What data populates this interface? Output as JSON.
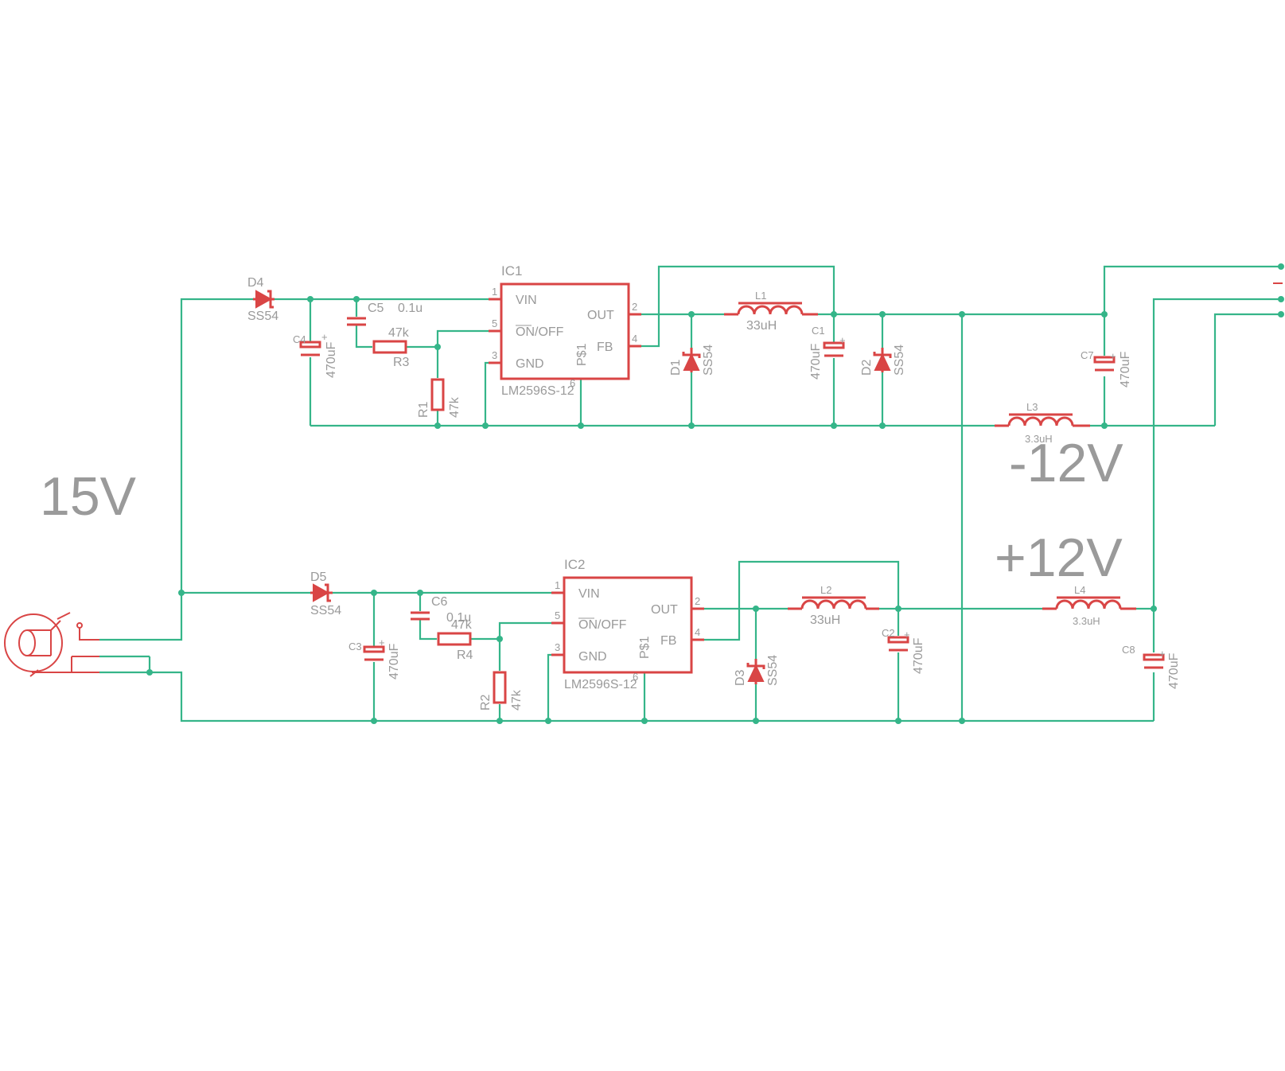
{
  "power_labels": {
    "input": "15V",
    "negative": "-12V",
    "positive": "+12V"
  },
  "ic1": {
    "name": "IC1",
    "part": "LM2596S-12",
    "pin_vin": "VIN",
    "pin_onoff": "ON/OFF",
    "pin_gnd": "GND",
    "pin_out": "OUT",
    "pin_fb": "FB",
    "pin_pad": "P$1",
    "n1": "1",
    "n5": "5",
    "n3": "3",
    "n2": "2",
    "n4": "4",
    "n6": "6"
  },
  "ic2": {
    "name": "IC2",
    "part": "LM2596S-12",
    "pin_vin": "VIN",
    "pin_onoff": "ON/OFF",
    "pin_gnd": "GND",
    "pin_out": "OUT",
    "pin_fb": "FB",
    "pin_pad": "P$1",
    "n1": "1",
    "n5": "5",
    "n3": "3",
    "n2": "2",
    "n4": "4",
    "n6": "6"
  },
  "d4": {
    "name": "D4",
    "value": "SS54"
  },
  "d5": {
    "name": "D5",
    "value": "SS54"
  },
  "d1": {
    "name": "D1",
    "value": "SS54"
  },
  "d2": {
    "name": "D2",
    "value": "SS54"
  },
  "d3": {
    "name": "D3",
    "value": "SS54"
  },
  "c5": {
    "name": "C5",
    "value": "0.1u"
  },
  "c6": {
    "name": "C6",
    "value": "0.1u"
  },
  "c4": {
    "name": "C4",
    "value": "470uF"
  },
  "c3": {
    "name": "C3",
    "value": "470uF"
  },
  "c1": {
    "name": "C1",
    "value": "470uF"
  },
  "c2": {
    "name": "C2",
    "value": "470uF"
  },
  "c7": {
    "name": "C7",
    "value": "470uF"
  },
  "c8": {
    "name": "C8",
    "value": "470uF"
  },
  "r3": {
    "name": "R3",
    "value": "47k"
  },
  "r4": {
    "name": "R4",
    "value": "47k"
  },
  "r1": {
    "name": "R1",
    "value": "47k"
  },
  "r2": {
    "name": "R2",
    "value": "47k"
  },
  "l1": {
    "name": "L1",
    "value": "33uH"
  },
  "l2": {
    "name": "L2",
    "value": "33uH"
  },
  "l3": {
    "name": "L3",
    "value": "3.3uH"
  },
  "l4": {
    "name": "L4",
    "value": "3.3uH"
  },
  "plus_sign": "+",
  "minus_sign": "-",
  "colors": {
    "wire": "#35b589",
    "component": "#d94545",
    "label": "#9a9a9a"
  }
}
